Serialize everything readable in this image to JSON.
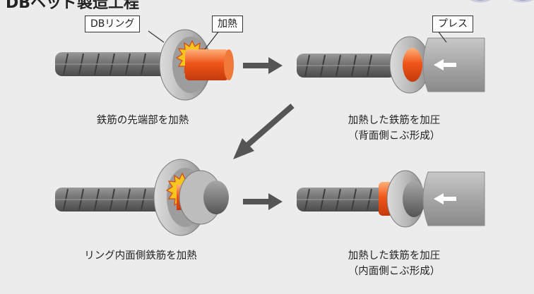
{
  "title": "DBヘッド製造工程",
  "callouts": {
    "ring": "DBリング",
    "heat": "加熱",
    "press": "プレス"
  },
  "captions": {
    "step1": "鉄筋の先端部を加熱",
    "step2_line1": "加熱した鉄筋を加圧",
    "step2_line2": "（背面側こぶ形成）",
    "step3": "リング内面側鉄筋を加熱",
    "step4_line1": "加熱した鉄筋を加圧",
    "step4_line2": "（内面側こぶ形成）"
  },
  "colors": {
    "panel_bg": "#ececec",
    "rebar": "#6f6f6f",
    "ring": "#b9b9b9",
    "heat": "#f05a1e",
    "flame": "#f7c51e",
    "arrow": "#555555",
    "press": "#a9a9a9"
  }
}
